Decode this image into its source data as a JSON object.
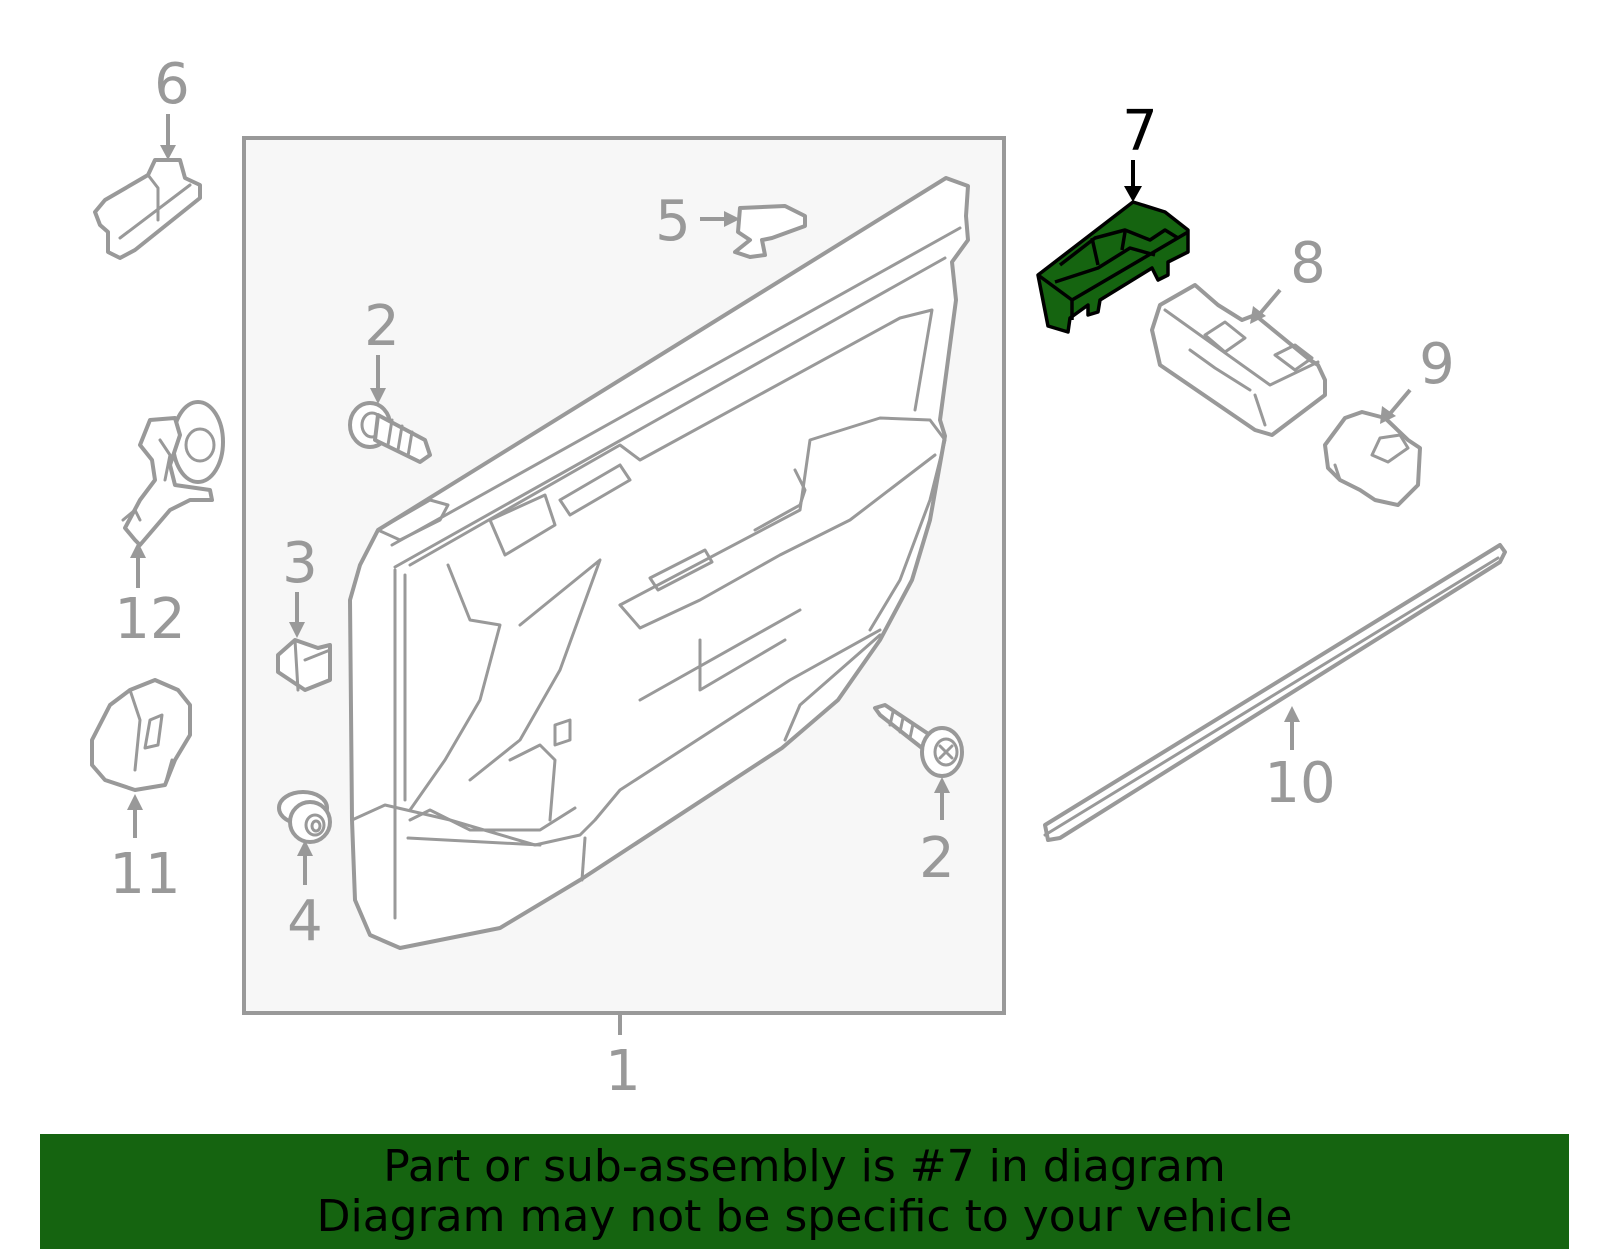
{
  "colors": {
    "line_gray": "#999999",
    "panel_background": "#f7f7f7",
    "highlight_green": "#156410",
    "banner_green": "#156410",
    "selected_label": "#000000"
  },
  "callouts": [
    {
      "id": "1",
      "label": "1"
    },
    {
      "id": "2a",
      "label": "2"
    },
    {
      "id": "2b",
      "label": "2"
    },
    {
      "id": "3",
      "label": "3"
    },
    {
      "id": "4",
      "label": "4"
    },
    {
      "id": "5",
      "label": "5"
    },
    {
      "id": "6",
      "label": "6"
    },
    {
      "id": "7",
      "label": "7",
      "selected": true
    },
    {
      "id": "8",
      "label": "8"
    },
    {
      "id": "9",
      "label": "9"
    },
    {
      "id": "10",
      "label": "10"
    },
    {
      "id": "11",
      "label": "11"
    },
    {
      "id": "12",
      "label": "12"
    }
  ],
  "banner": {
    "line1": "Part or sub-assembly is #7 in diagram",
    "line2": "Diagram may not be specific to your vehicle"
  }
}
